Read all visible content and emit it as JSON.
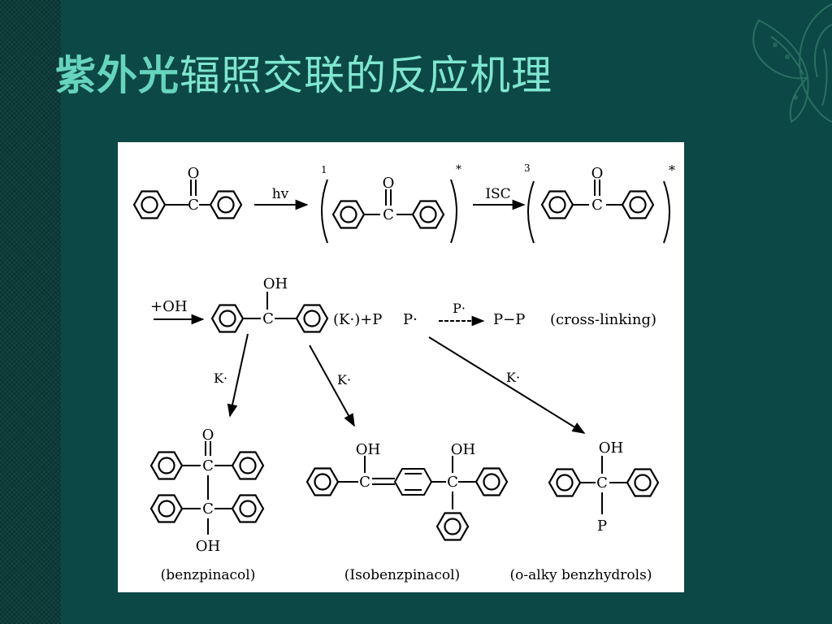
{
  "slide": {
    "title_part1": "紫外光",
    "title_part2": "辐照交联的反应机理"
  },
  "scheme": {
    "atoms": {
      "O": "O",
      "C": "C",
      "OH": "OH",
      "P": "P"
    },
    "step1": {
      "arrow1_label": "hv",
      "state1_superscript": "1",
      "state1_star": "*",
      "arrow2_label": "ISC",
      "state2_superscript": "3",
      "state2_star": "*"
    },
    "step2": {
      "reagent": "+OH",
      "ketyl": "(K·)+P",
      "p_radical": "P·",
      "arrow_label": "P·",
      "product": "P−P",
      "product_label": "(cross-linking)"
    },
    "branches": {
      "label_left": "K·",
      "label_middle": "K·",
      "label_right": "K·"
    },
    "products": {
      "benzpinacol": "(benzpinacol)",
      "isobenzpinacol": "(Isobenzpinacol)",
      "alkyl_benzhydrols": "(o-alky benzhydrols)"
    }
  },
  "colors": {
    "background": "#0c4846",
    "title_bold": "#67d4bd",
    "title_regular": "#7fe6cf",
    "figure_bg": "#ffffff"
  }
}
